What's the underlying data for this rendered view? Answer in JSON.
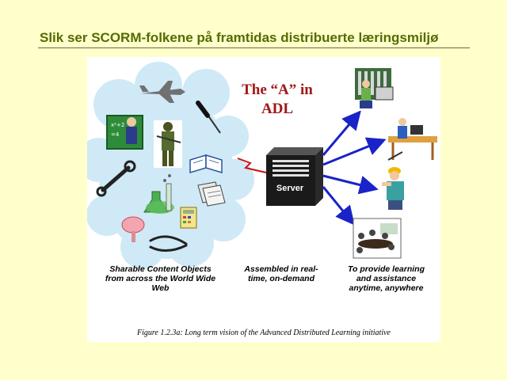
{
  "slide": {
    "title": "Slik ser SCORM-folkene på framtidas distribuerte læringsmiljø"
  },
  "figure": {
    "heading_line1": "The “A” in",
    "heading_line2": "ADL",
    "server_label": "Server",
    "captions": [
      "Sharable Content Objects from across the World Wide Web",
      "Assembled in real-time, on-demand",
      "To provide learning and assistance anytime, anywhere"
    ],
    "figure_caption": "Figure 1.2.3a: Long term vision of the Advanced Distributed Learning initiative"
  },
  "colors": {
    "title": "#556b00",
    "cloud": "#cfe9f7",
    "heading": "#a01818",
    "arrow": "#1a23c8",
    "lightning": "#cc1111",
    "server": "#1a1a1a"
  },
  "icons": [
    "fighter-jet-icon",
    "teacher-icon",
    "soldier-icon",
    "screwdriver-icon",
    "book-icon",
    "wrench-icon",
    "lab-flask-icon",
    "documents-icon",
    "calculator-icon",
    "brain-icon",
    "pliers-icon",
    "server-icon",
    "control-room-worker-icon",
    "student-at-computer-icon",
    "construction-worker-icon",
    "meeting-room-icon"
  ]
}
